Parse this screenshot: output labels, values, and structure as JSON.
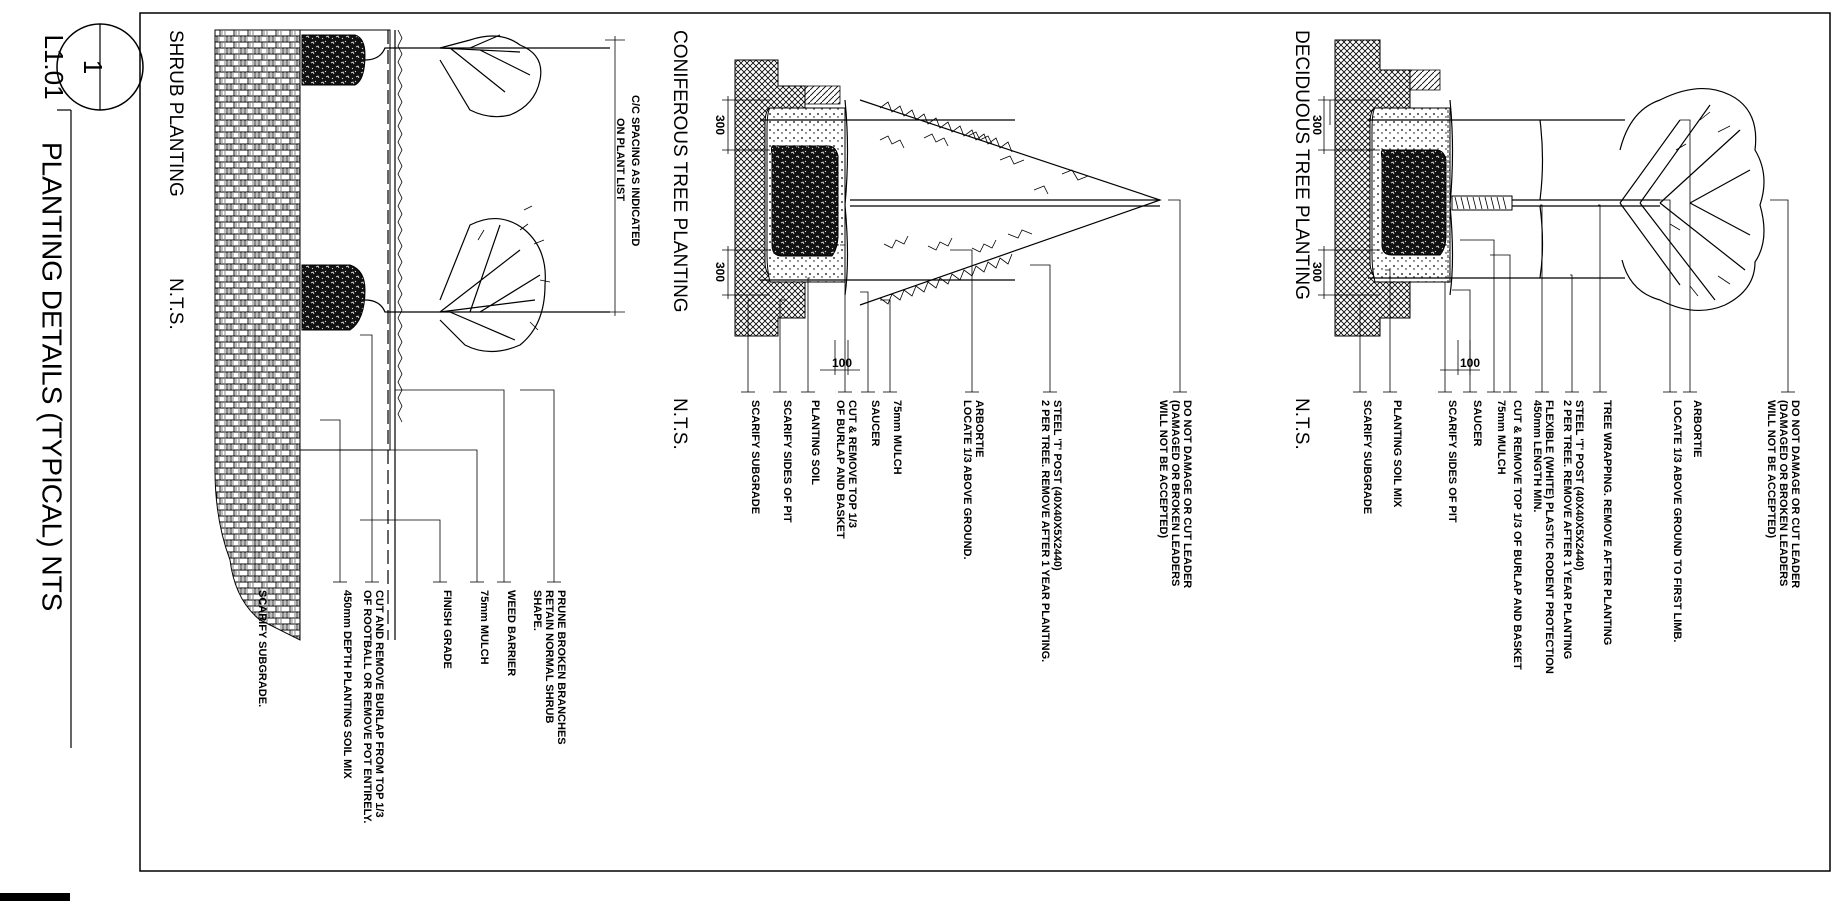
{
  "sheet": {
    "tag_number": "1",
    "tag_sheet": "L1.01",
    "title": "PLANTING DETAILS (TYPICAL)   NTS"
  },
  "details": {
    "deciduous": {
      "title": "DECIDUOUS TREE PLANTING",
      "scale": "N.T.S.",
      "dim_300a": "300",
      "dim_300b": "300",
      "dim_100": "100",
      "notes": [
        [
          "DO NOT DAMAGE OR CUT LEADER",
          "(DAMAGED OR BROKEN LEADERS",
          "WILL NOT BE ACCEPTED)"
        ],
        [
          "LOCATE 1/3 ABOVE GROUND TO FIRST LIMB."
        ],
        [
          "ARBORTIE"
        ],
        [
          "TREE WRAPPING. REMOVE AFTER PLANTING"
        ],
        [
          "STEEL 'T' POST (40X40X5X2440)",
          "2 PER TREE. REMOVE AFTER 1 YEAR PLANTING"
        ],
        [
          "FLEXIBLE (WHITE) PLASTIC RODENT PROTECTION",
          "450mm LENGTH MIN."
        ],
        [
          "CUT & REMOVE TOP 1/3 OF BURLAP AND BASKET"
        ],
        [
          "75mm MULCH"
        ],
        [
          "SAUCER"
        ],
        [
          "SCARIFY SIDES OF PIT"
        ],
        [
          "PLANTING SOIL MIX"
        ],
        [
          "SCARIFY SUBGRADE"
        ]
      ]
    },
    "coniferous": {
      "title": "CONIFEROUS TREE PLANTING",
      "scale": "N.T.S.",
      "dim_300a": "300",
      "dim_300b": "300",
      "dim_100": "100",
      "notes": [
        [
          "DO NOT DAMAGE OR CUT LEADER",
          "(DAMAGED OR BROKEN LEADERS",
          "WILL NOT BE ACCEPTED)"
        ],
        [
          "STEEL 'T' POST (40X40X5X2440)",
          "2 PER TREE. REMOVE AFTER 1 YEAR PLANTING."
        ],
        [
          "ARBORTIE",
          "LOCATE 1/3 ABOVE GROUND."
        ],
        [
          "75mm MULCH"
        ],
        [
          "SAUCER"
        ],
        [
          "CUT & REMOVE TOP 1/3",
          "OF BURLAP AND BASKET"
        ],
        [
          "PLANTING SOIL"
        ],
        [
          "SCARIFY SIDES OF PIT"
        ],
        [
          "SCARIFY SUBGRADE"
        ]
      ]
    },
    "shrub": {
      "title": "SHRUB PLANTING",
      "scale": "N.T.S.",
      "spacing_note": [
        "C/C SPACING AS INDICATED",
        "ON PLANT LIST"
      ],
      "notes": [
        [
          "PRUNE BROKEN BRANCHES",
          "RETAIN NORMAL SHRUB",
          "SHAPE."
        ],
        [
          "WEED BARRIER"
        ],
        [
          "75mm MULCH"
        ],
        [
          "FINISH GRADE"
        ],
        [
          "CUT AND REMOVE BURLAP FROM TOP 1/3",
          "OF ROOTBALL OR REMOVE POT ENTIRELY."
        ],
        [
          "450mm DEPTH PLANTING SOIL MIX"
        ],
        [
          "SCARIFY SUBGRADE."
        ]
      ]
    }
  }
}
